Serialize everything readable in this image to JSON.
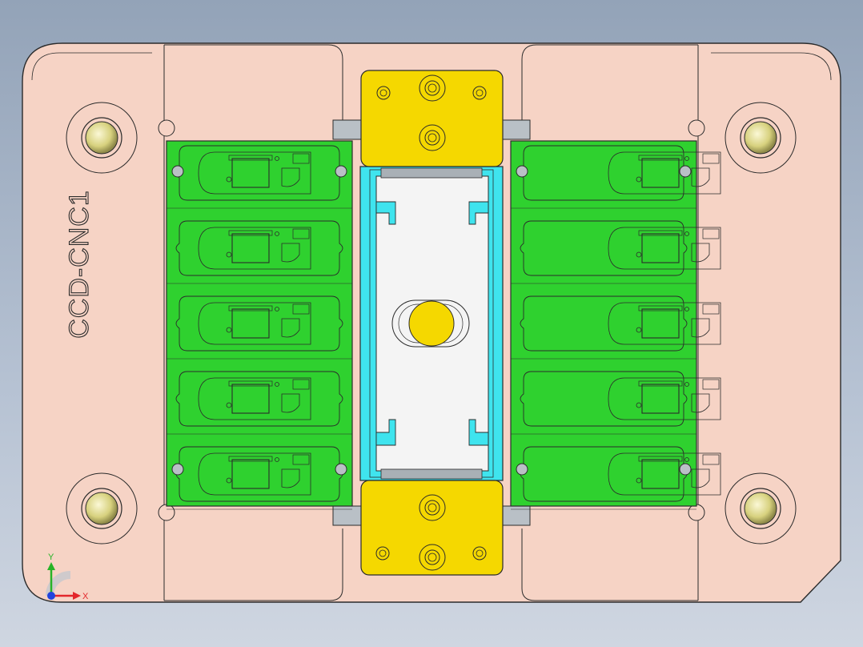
{
  "viewport": {
    "background": "#a9b6c8"
  },
  "fixture": {
    "engraved_label": "CCD-CNC1",
    "plate_color": "#f6d3c5",
    "outline_color": "#2b2b2b",
    "pcb_color": "#2fd12f",
    "clamp_color": "#f5d800",
    "channel_color": "#3fe4ee",
    "slot_color": "#f4f4f4",
    "pin_color": "#e8e39a"
  },
  "pcb_panels": {
    "left": {
      "board_count": 5
    },
    "right": {
      "board_count": 5
    }
  },
  "axis_triad": {
    "x_label": "X",
    "y_label": "Y"
  }
}
